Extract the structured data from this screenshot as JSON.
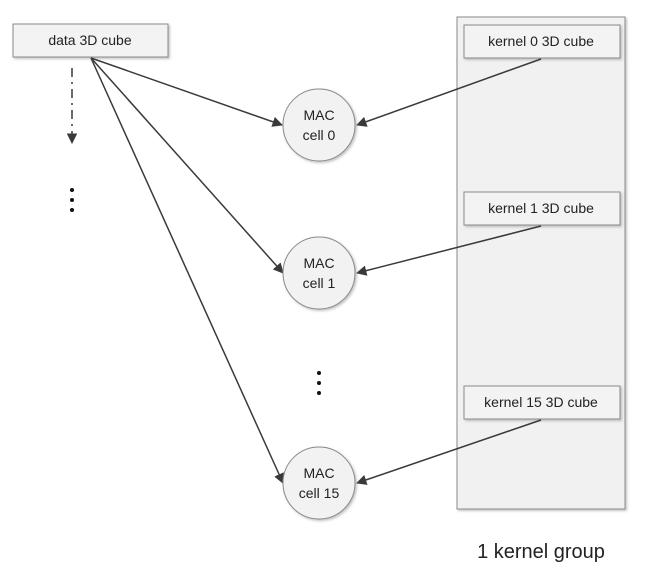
{
  "diagram": {
    "data_box": {
      "label": "data 3D cube"
    },
    "kernel_group": {
      "label": "1 kernel group",
      "kernels": [
        {
          "label": "kernel 0 3D cube"
        },
        {
          "label": "kernel 1 3D cube"
        },
        {
          "label": "kernel 15 3D cube"
        }
      ]
    },
    "mac_cells": [
      {
        "line1": "MAC",
        "line2": "cell 0"
      },
      {
        "line1": "MAC",
        "line2": "cell 1"
      },
      {
        "line1": "MAC",
        "line2": "cell 15"
      }
    ],
    "colors": {
      "box_fill": "#f3f3f3",
      "box_stroke": "#8a8a8a",
      "group_fill": "#f1f1f1",
      "circle_fill": "#f2f2f2",
      "arrow": "#3a3a3a"
    }
  }
}
